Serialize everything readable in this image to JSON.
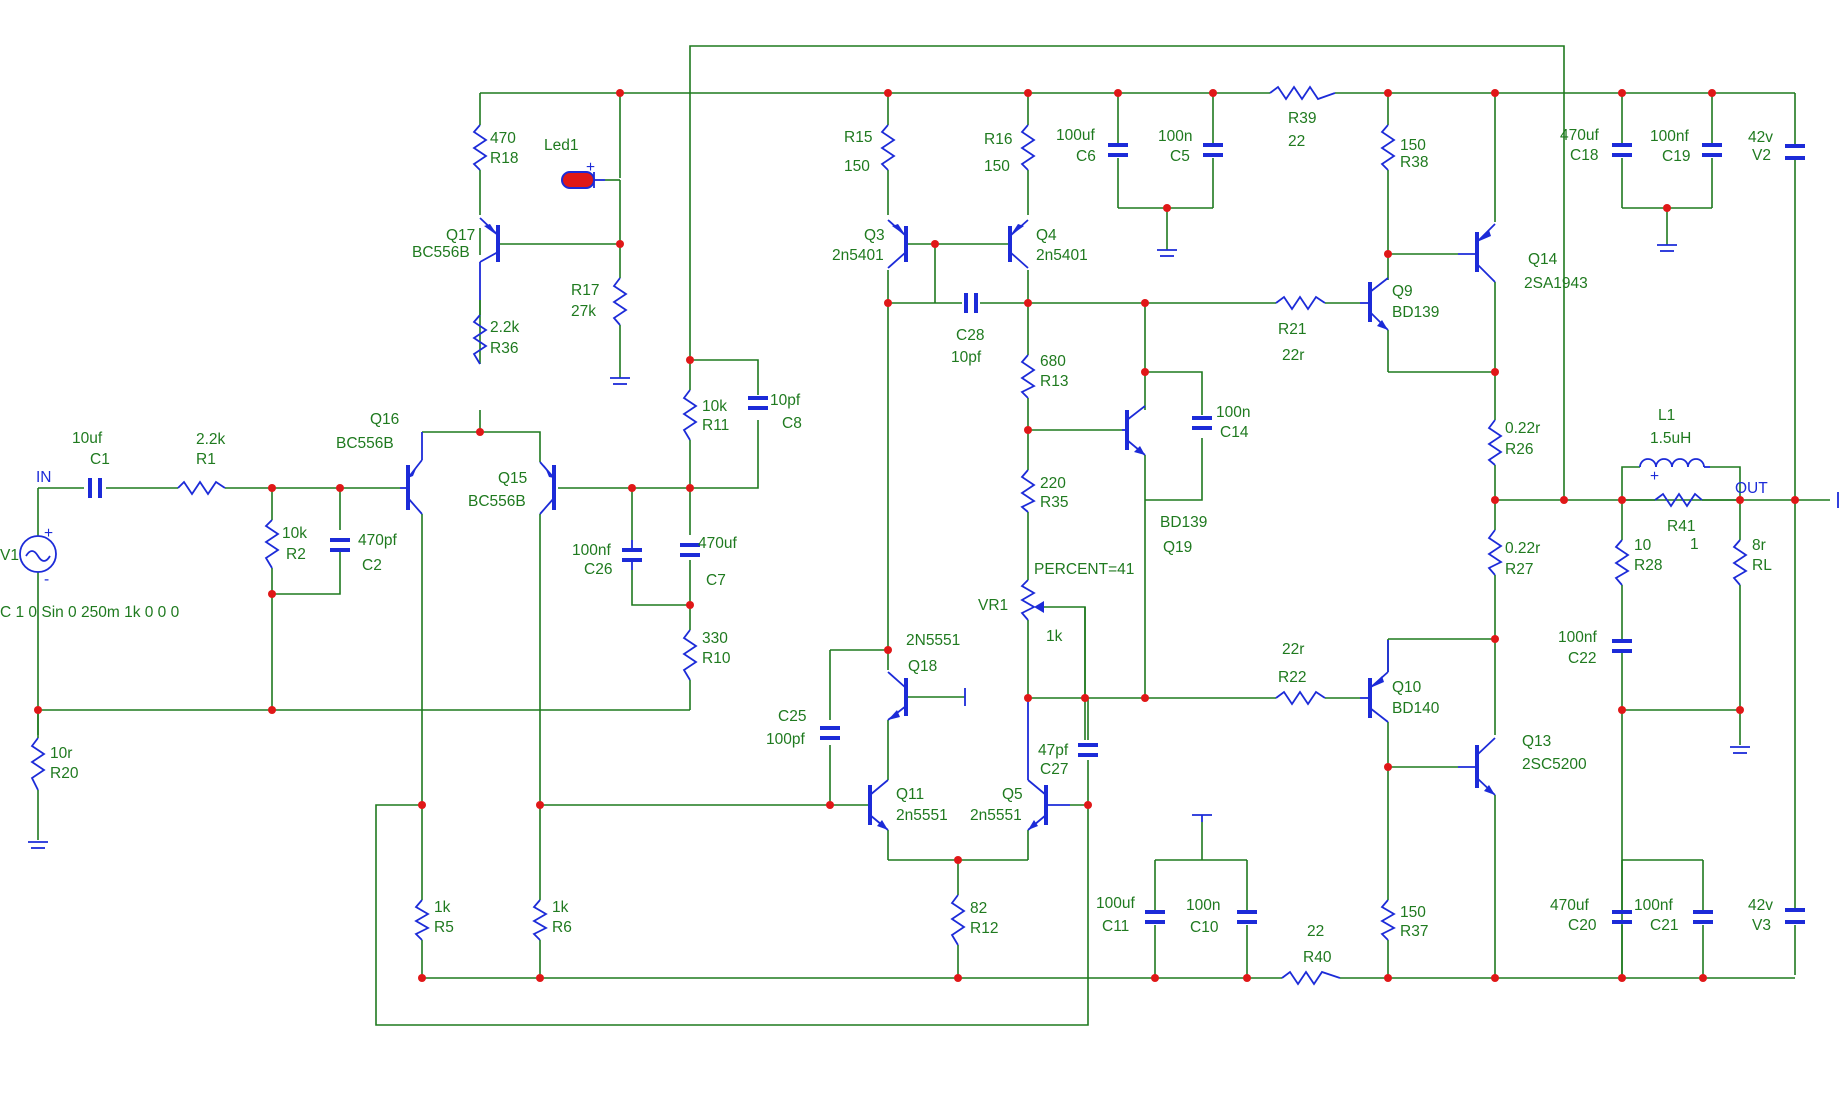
{
  "title": "",
  "source": {
    "name": "V1",
    "spec": "C 1 0 Sin 0 250m 1k 0 0 0",
    "plus": "+",
    "minus": "-"
  },
  "nets": {
    "input": "IN",
    "output": "OUT"
  },
  "components": {
    "C1": {
      "ref": "C1",
      "value": "10uf"
    },
    "R1": {
      "ref": "R1",
      "value": "2.2k"
    },
    "R2": {
      "ref": "R2",
      "value": "10k"
    },
    "C2": {
      "ref": "C2",
      "value": "470pf"
    },
    "R20": {
      "ref": "R20",
      "value": "10r"
    },
    "Q16": {
      "ref": "Q16",
      "value": "BC556B"
    },
    "Q15": {
      "ref": "Q15",
      "value": "BC556B"
    },
    "Q17": {
      "ref": "Q17",
      "value": "BC556B"
    },
    "R18": {
      "ref": "R18",
      "value": "470"
    },
    "R36": {
      "ref": "R36",
      "value": "2.2k"
    },
    "R17": {
      "ref": "R17",
      "value": "27k"
    },
    "Led1": {
      "ref": "Led1",
      "value": ""
    },
    "R11": {
      "ref": "R11",
      "value": "10k"
    },
    "C8": {
      "ref": "C8",
      "value": "10pf"
    },
    "C26": {
      "ref": "C26",
      "value": "100nf"
    },
    "C7": {
      "ref": "C7",
      "value": "470uf"
    },
    "R10": {
      "ref": "R10",
      "value": "330"
    },
    "R5": {
      "ref": "R5",
      "value": "1k"
    },
    "R6": {
      "ref": "R6",
      "value": "1k"
    },
    "R15": {
      "ref": "R15",
      "value": "150"
    },
    "R16": {
      "ref": "R16",
      "value": "150"
    },
    "Q3": {
      "ref": "Q3",
      "value": "2n5401"
    },
    "Q4": {
      "ref": "Q4",
      "value": "2n5401"
    },
    "C28": {
      "ref": "C28",
      "value": "10pf"
    },
    "R13": {
      "ref": "R13",
      "value": "680"
    },
    "R35": {
      "ref": "R35",
      "value": "220"
    },
    "VR1": {
      "ref": "VR1",
      "value": "1k",
      "param": "PERCENT=41"
    },
    "C14": {
      "ref": "C14",
      "value": "100n"
    },
    "Q19": {
      "ref": "Q19",
      "value": "BD139"
    },
    "Q18": {
      "ref": "Q18",
      "value": "2N5551"
    },
    "C25": {
      "ref": "C25",
      "value": "100pf"
    },
    "Q11": {
      "ref": "Q11",
      "value": "2n5551"
    },
    "Q5": {
      "ref": "Q5",
      "value": "2n5551"
    },
    "C27": {
      "ref": "C27",
      "value": "47pf"
    },
    "R12": {
      "ref": "R12",
      "value": "82"
    },
    "C6": {
      "ref": "C6",
      "value": "100uf"
    },
    "C5": {
      "ref": "C5",
      "value": "100n"
    },
    "R39": {
      "ref": "R39",
      "value": "22"
    },
    "R38": {
      "ref": "R38",
      "value": "150"
    },
    "Q14": {
      "ref": "Q14",
      "value": "2SA1943"
    },
    "Q9": {
      "ref": "Q9",
      "value": "BD139"
    },
    "R21": {
      "ref": "R21",
      "value": "22r"
    },
    "R26": {
      "ref": "R26",
      "value": "0.22r"
    },
    "R27": {
      "ref": "R27",
      "value": "0.22r"
    },
    "R22": {
      "ref": "R22",
      "value": "22r"
    },
    "Q10": {
      "ref": "Q10",
      "value": "BD140"
    },
    "Q13": {
      "ref": "Q13",
      "value": "2SC5200"
    },
    "R37": {
      "ref": "R37",
      "value": "150"
    },
    "C11": {
      "ref": "C11",
      "value": "100uf"
    },
    "C10": {
      "ref": "C10",
      "value": "100n"
    },
    "R40": {
      "ref": "R40",
      "value": "22"
    },
    "C18": {
      "ref": "C18",
      "value": "470uf"
    },
    "C19": {
      "ref": "C19",
      "value": "100nf"
    },
    "V2": {
      "ref": "V2",
      "value": "42v"
    },
    "L1": {
      "ref": "L1",
      "value": "1.5uH"
    },
    "R41": {
      "ref": "R41",
      "value": "1"
    },
    "R28": {
      "ref": "R28",
      "value": "10"
    },
    "RL": {
      "ref": "RL",
      "value": "8r"
    },
    "C22": {
      "ref": "C22",
      "value": "100nf"
    },
    "C20": {
      "ref": "C20",
      "value": "470uf"
    },
    "C21": {
      "ref": "C21",
      "value": "100nf"
    },
    "V3": {
      "ref": "V3",
      "value": "42v"
    }
  },
  "colors": {
    "wire": "#1f7a1f",
    "component": "#1c2bd8",
    "junction": "#e01818",
    "led": "#e01818"
  }
}
